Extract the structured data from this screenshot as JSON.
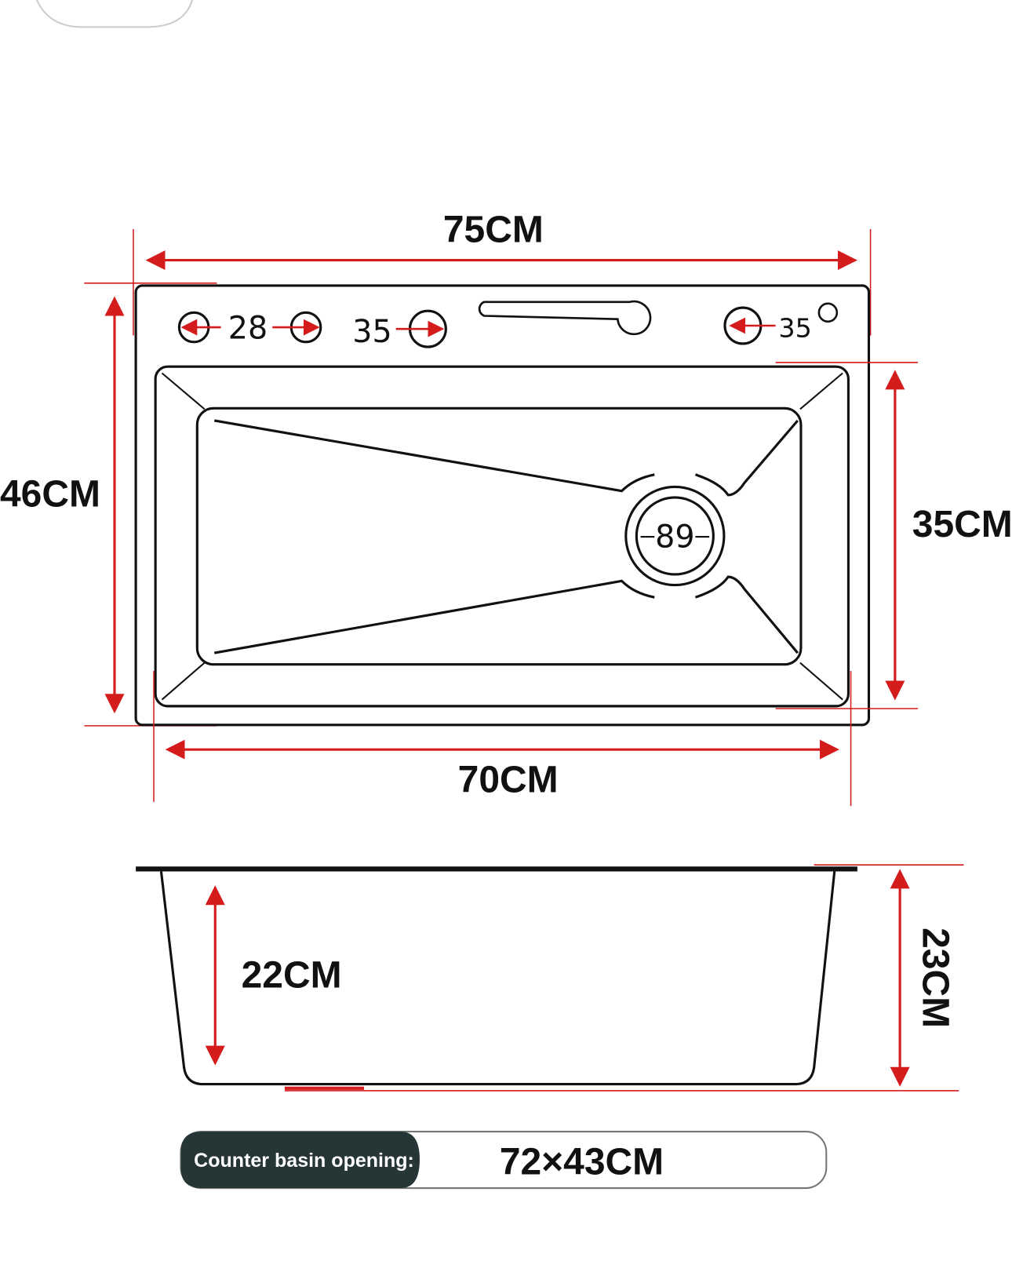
{
  "top_view": {
    "width_overall": "75CM",
    "depth_overall": "46CM",
    "width_basin": "70CM",
    "depth_basin": "35CM",
    "drain": "89",
    "holes": [
      "28",
      "35",
      "35"
    ]
  },
  "side_view": {
    "basin_depth": "22CM",
    "total_height": "23CM"
  },
  "counter_opening": {
    "label": "Counter basin opening:",
    "value": "72×43CM"
  },
  "colors": {
    "dimension_red": "#d41c1c",
    "label_bg": "#263636",
    "outline": "#111111"
  }
}
